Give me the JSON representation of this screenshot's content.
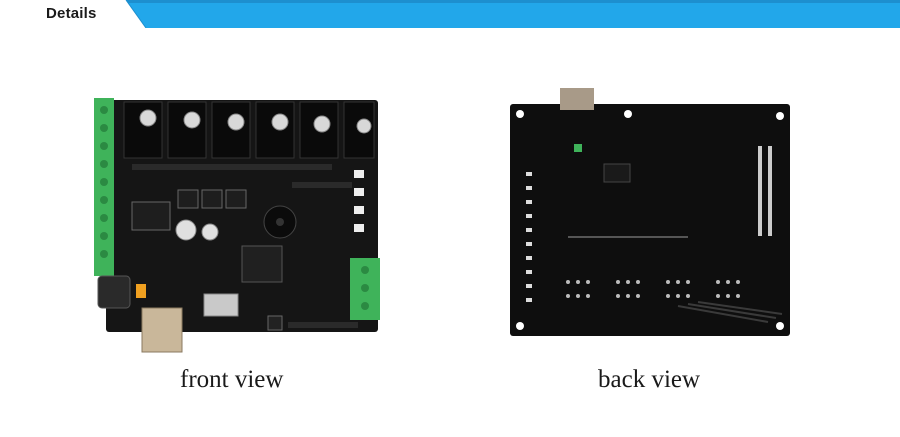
{
  "header": {
    "title": "Details",
    "accent_color": "#22a7ea"
  },
  "photos": {
    "front": {
      "caption": "front view",
      "board_color": "#151515",
      "terminal_color": "#3fb35a"
    },
    "back": {
      "caption": "back view",
      "board_color": "#0e0e0e"
    }
  }
}
